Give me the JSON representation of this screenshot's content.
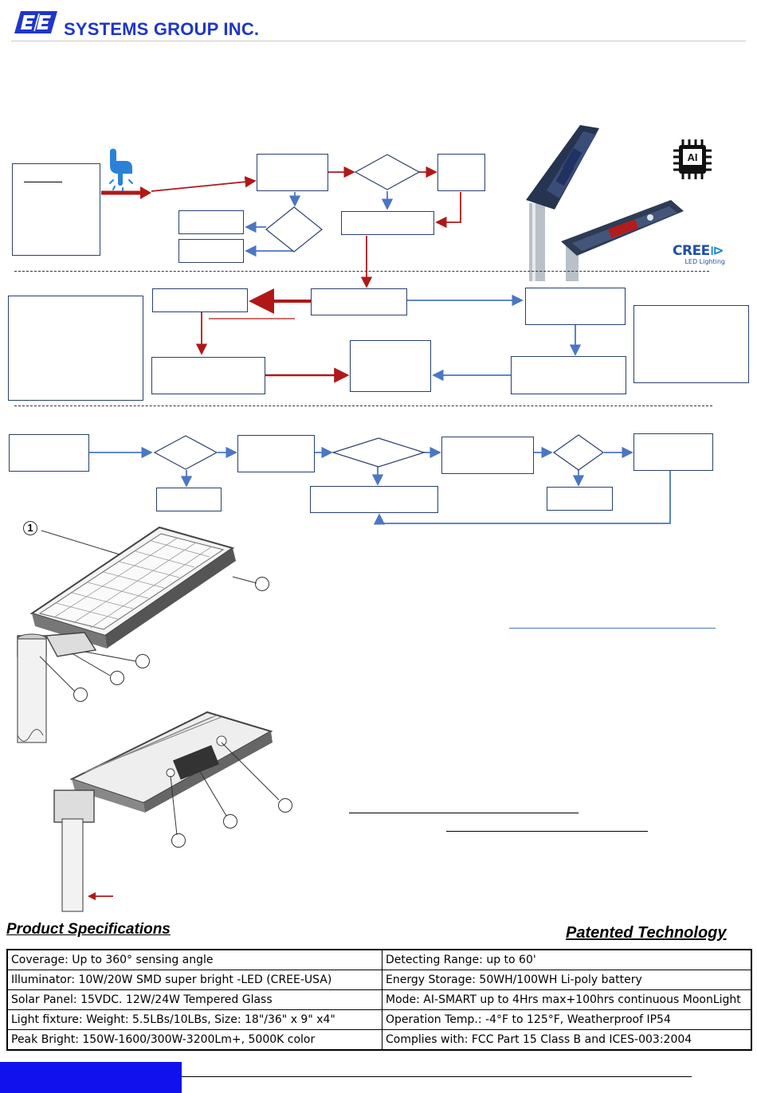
{
  "header": {
    "logo_letters": "E/E",
    "company": "SYSTEMS GROUP INC."
  },
  "badges": {
    "ai_chip": "AI",
    "cree_brand": "CREE",
    "cree_sub": "LED Lighting"
  },
  "callouts": {
    "part_1": "1"
  },
  "specs": {
    "title": "Product Specifications",
    "subtitle": "Patented Technology",
    "rows": [
      {
        "left": "Coverage: Up to 360° sensing angle",
        "right": "Detecting Range: up to 60'"
      },
      {
        "left": "Illuminator: 10W/20W SMD super bright -LED (CREE-USA)",
        "right": "Energy Storage: 50WH/100WH Li-poly battery"
      },
      {
        "left": "Solar Panel: 15VDC. 12W/24W Tempered Glass",
        "right": "Mode: AI-SMART up to 4Hrs max+100hrs continuous MoonLight"
      },
      {
        "left": "Light fixture: Weight: 5.5LBs/10LBs, Size: 18\"/36\" x 9\" x4\"",
        "right": "Operation Temp.: -4°F to 125°F, Weatherproof IP54"
      },
      {
        "left": "Peak Bright: 150W-1600/300W-3200Lm+, 5000K color",
        "right": "Complies with: FCC Part 15 Class B and ICES-003:2004"
      }
    ]
  },
  "colors": {
    "brand_blue": "#1f36c9",
    "flow_red": "#b01818",
    "flow_blue": "#4a76c4",
    "box_border": "#2b3f6b",
    "footer_blue": "#1111ee"
  }
}
